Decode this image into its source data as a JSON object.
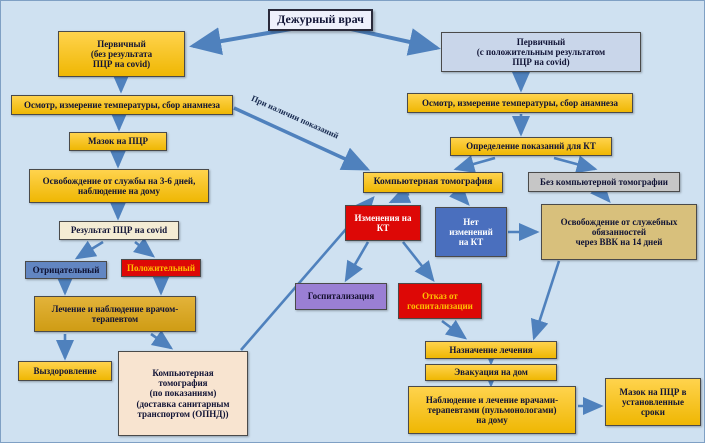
{
  "edge_label": "При наличии показаний",
  "palette": {
    "background": "#cfe1f1",
    "arrow": "#4f81bd",
    "gold": "#efb703",
    "mustard": "#cf9c14",
    "cream": "#f4ecd4",
    "peach": "#f8e4d0",
    "red": "#dd0806",
    "blue": "#6286c2",
    "royal_blue": "#4a6fbe",
    "purple": "#9a7fd4",
    "gray": "#c6c6c6",
    "tan": "#d8c07c",
    "header": "#eef0fb",
    "steel": "#c9d6ea"
  },
  "nodes": {
    "duty_doctor": "Дежурный врач",
    "primary_no_pcr": "Первичный\n(без результата\nПЦР на covid)",
    "primary_positive": "Первичный\n(с положительным результатом\nПЦР на covid)",
    "exam_left": "Осмотр, измерение температуры, сбор анамнеза",
    "exam_right": "Осмотр, измерение температуры, сбор анамнеза",
    "pcr_swab": "Мазок на ПЦР",
    "release_3_6": "Освобождение от службы на 3-6 дней,\nнаблюдение на дому",
    "pcr_result": "Результат ПЦР на covid",
    "negative": "Отрицательный",
    "positive": "Положительный",
    "treatment_therapist": "Лечение и наблюдение врачом-\nтерапевтом",
    "recovery": "Выздоровление",
    "ct_indications": "Компьютерная\nтомография\n(по показаниям)\n(доставка санитарным\nтранспортом (ОПНД))",
    "ct_middle": "Компьютерная томография",
    "ct_changes": "Изменения на\nКТ",
    "no_ct_changes": "Нет\nизменений\nна КТ",
    "hospitalization": "Госпитализация",
    "refusal": "Отказ от\nгоспитализации",
    "ct_determination": "Определение показаний для КТ",
    "without_ct": "Без компьютерной томографии",
    "release_vvk": "Освобождение от служебных\nобязанностей\nчерез ВВК на 14 дней",
    "prescribe_treatment": "Назначение лечения",
    "evacuation_home": "Эвакуация на дом",
    "observation_home": "Наблюдение и лечение врачами-\nтерапевтами (пульмонологами)\nна дому",
    "pcr_timed": "Мазок на ПЦР в\nустановленные\nсроки"
  }
}
